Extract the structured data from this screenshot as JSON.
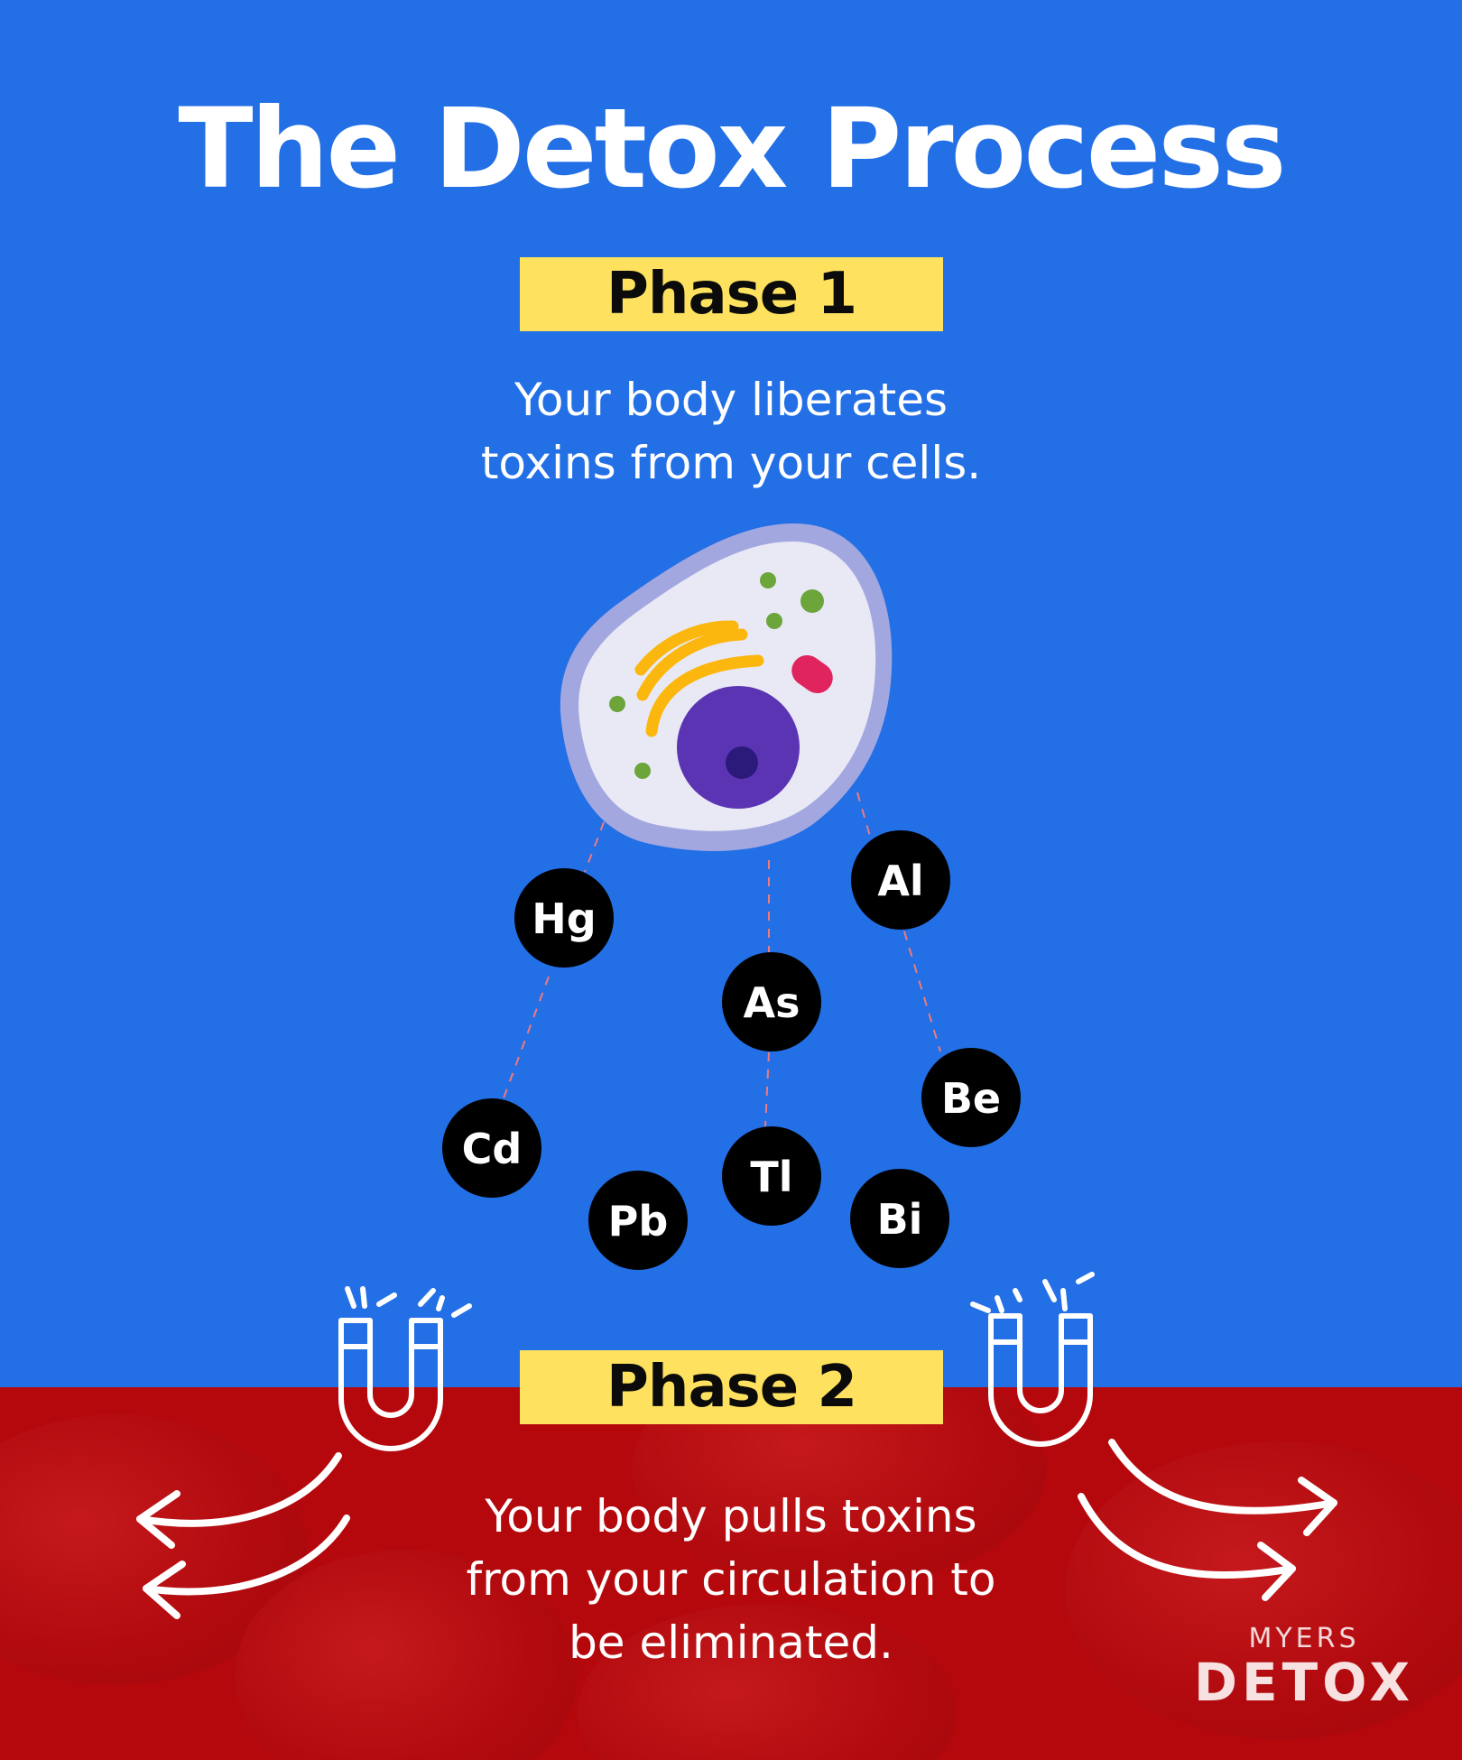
{
  "title": "The Detox Process",
  "phase1": {
    "label": "Phase 1",
    "description": "Your body liberates\ntoxins from your cells."
  },
  "phase2": {
    "label": "Phase 2",
    "description": "Your body pulls toxins\nfrom your circulation to\nbe eliminated."
  },
  "elements": [
    "Hg",
    "Al",
    "As",
    "Be",
    "Cd",
    "Tl",
    "Pb",
    "Bi"
  ],
  "icons": [
    "cell-icon",
    "magnet-icon",
    "curved-arrow-icon"
  ],
  "logo": {
    "line1": "MYERS",
    "line2": "DETOX"
  },
  "colors": {
    "top_background": "#236fe5",
    "bottom_background": "#b5080d",
    "badge": "#fde15f",
    "element_circle": "#000000"
  }
}
